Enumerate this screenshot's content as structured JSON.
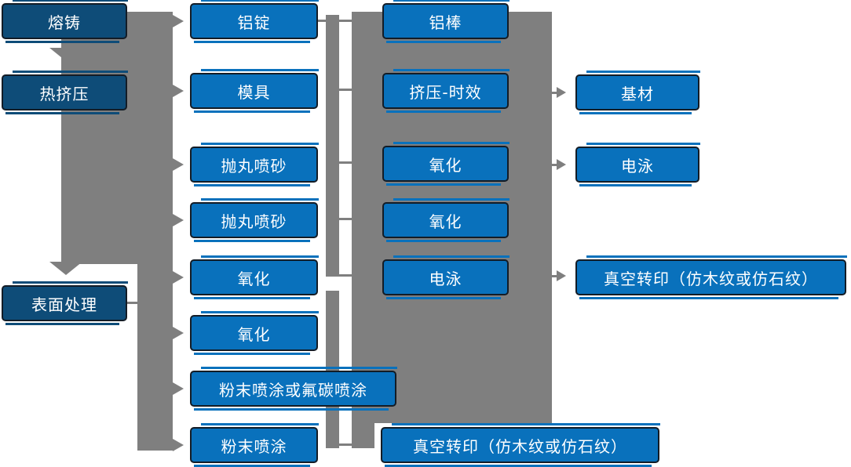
{
  "nodes": {
    "melting_casting": "熔铸",
    "hot_extrusion": "热挤压",
    "surface_treatment": "表面处理",
    "aluminum_ingot": "铝锭",
    "mold": "模具",
    "shot_blasting_1": "抛丸喷砂",
    "shot_blasting_2": "抛丸喷砂",
    "oxidation_c2_1": "氧化",
    "oxidation_c2_2": "氧化",
    "powder_or_fluorocarbon_coating": "粉末喷涂或氟碳喷涂",
    "powder_coating": "粉末喷涂",
    "aluminum_rod": "铝棒",
    "extrusion_aging": "挤压-时效",
    "oxidation_c3_1": "氧化",
    "oxidation_c3_2": "氧化",
    "electrophoresis_c3": "电泳",
    "substrate": "基材",
    "electrophoresis_c4": "电泳",
    "vacuum_transfer_right": "真空转印（仿木纹或仿石纹）",
    "vacuum_transfer_bottom": "真空转印（仿木纹或仿石纹）"
  },
  "flows": [
    "熔铸 → 热挤压 → 表面处理",
    "左侧工序组 → 铝锭 / 模具 / 抛丸喷砂 / 抛丸喷砂 / 氧化 / 氧化 / 粉末喷涂或氟碳喷涂 / 粉末喷涂",
    "铝锭—铝棒, 模具—挤压-时效, 抛丸喷砂—氧化, 氧化—电泳, 粉末喷涂—真空转印（仿木纹或仿石纹）",
    "右侧工序组 → 基材 / 电泳 / 真空转印（仿木纹或仿石纹）"
  ],
  "colors": {
    "node_blue": "#0971bc",
    "node_dark_blue": "#0e4c78",
    "connector_gray": "#7f7f7f",
    "node_text": "#ffffff",
    "background": "#ffffff"
  }
}
